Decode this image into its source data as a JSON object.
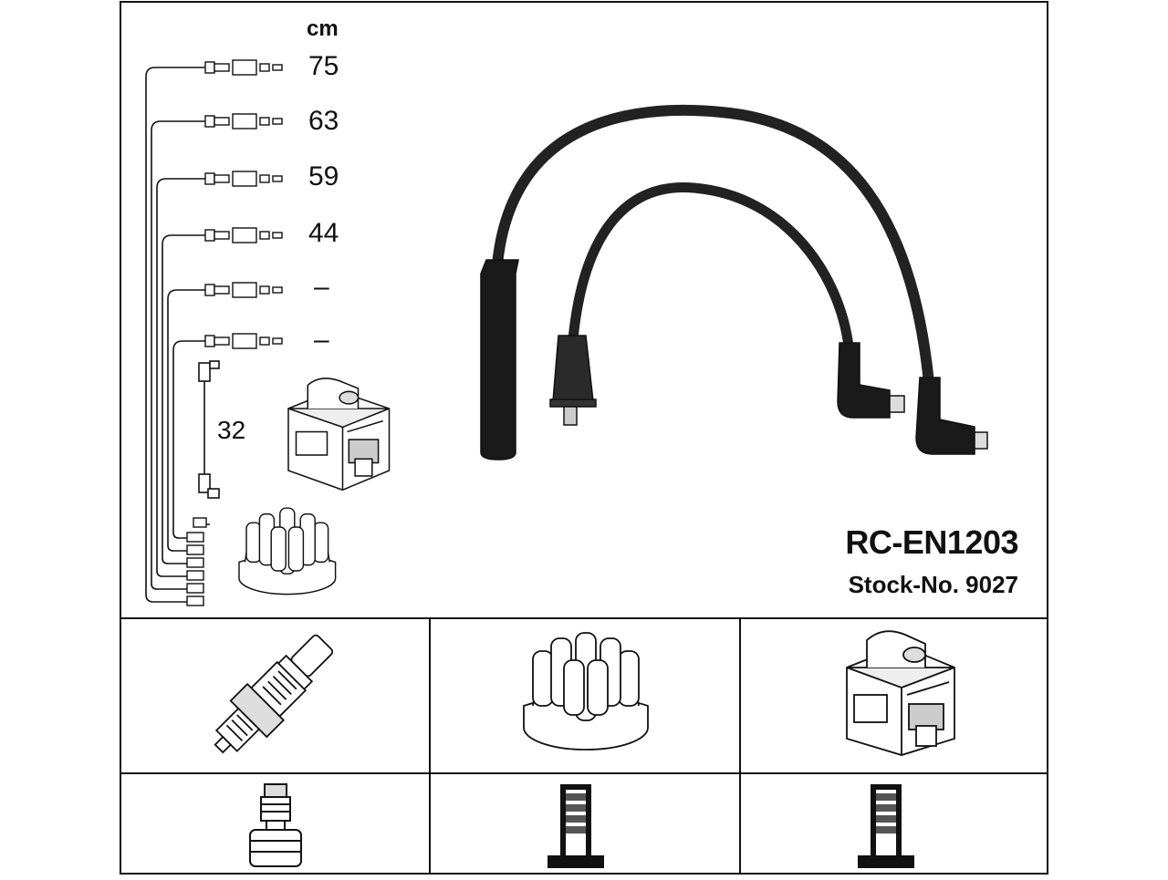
{
  "header": {
    "unit": "cm"
  },
  "cable_lengths": [
    {
      "value": "75"
    },
    {
      "value": "63"
    },
    {
      "value": "59"
    },
    {
      "value": "44"
    },
    {
      "value": "–"
    },
    {
      "value": "–"
    }
  ],
  "coil_lead_length": "32",
  "product": {
    "code": "RC-EN1203",
    "stock": "Stock-No. 9027"
  },
  "colors": {
    "line": "#111111",
    "cable": "#222222",
    "background": "#ffffff"
  }
}
